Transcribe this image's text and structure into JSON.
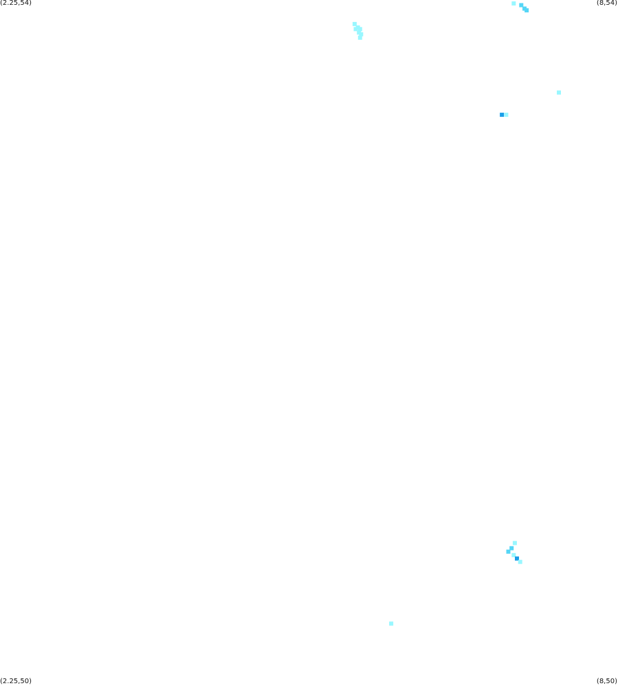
{
  "map": {
    "bounds": {
      "lon_min": 2.25,
      "lon_max": 8,
      "lat_min": 50,
      "lat_max": 54
    },
    "corner_labels": {
      "top_left": "(2.25,54)",
      "top_right": "(8,54)",
      "bottom_left": "(2.25,50)",
      "bottom_right": "(8,50)"
    },
    "colors": {
      "background": "#ffffff",
      "low": "#99f7ff",
      "mid": "#55d6f6",
      "high": "#1a9ee8"
    },
    "cell_size_deg": [
      0.0384,
      0.024
    ],
    "cells": [
      {
        "lon": 5.55,
        "lat": 53.86,
        "level": "low"
      },
      {
        "lon": 5.58,
        "lat": 53.84,
        "level": "low"
      },
      {
        "lon": 5.56,
        "lat": 53.83,
        "level": "low"
      },
      {
        "lon": 5.6,
        "lat": 53.83,
        "level": "low"
      },
      {
        "lon": 5.59,
        "lat": 53.81,
        "level": "low"
      },
      {
        "lon": 5.61,
        "lat": 53.8,
        "level": "low"
      },
      {
        "lon": 5.6,
        "lat": 53.78,
        "level": "low"
      },
      {
        "lon": 7.03,
        "lat": 53.98,
        "level": "low"
      },
      {
        "lon": 7.1,
        "lat": 53.97,
        "level": "mid"
      },
      {
        "lon": 7.13,
        "lat": 53.95,
        "level": "mid"
      },
      {
        "lon": 7.15,
        "lat": 53.94,
        "level": "mid"
      },
      {
        "lon": 7.45,
        "lat": 53.46,
        "level": "low"
      },
      {
        "lon": 6.92,
        "lat": 53.33,
        "level": "high"
      },
      {
        "lon": 6.96,
        "lat": 53.33,
        "level": "low"
      },
      {
        "lon": 7.04,
        "lat": 50.83,
        "level": "low"
      },
      {
        "lon": 7.01,
        "lat": 50.8,
        "level": "mid"
      },
      {
        "lon": 6.98,
        "lat": 50.78,
        "level": "mid"
      },
      {
        "lon": 7.03,
        "lat": 50.76,
        "level": "low"
      },
      {
        "lon": 7.06,
        "lat": 50.74,
        "level": "high"
      },
      {
        "lon": 7.09,
        "lat": 50.72,
        "level": "low"
      },
      {
        "lon": 5.89,
        "lat": 50.36,
        "level": "low"
      }
    ]
  }
}
